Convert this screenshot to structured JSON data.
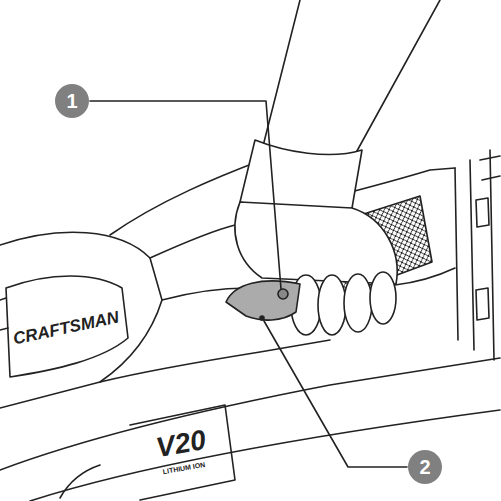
{
  "diagram": {
    "labels": [
      "1",
      "2",
      "CRAFTSMAN",
      "V20",
      "LITHIUM ION"
    ]
  }
}
